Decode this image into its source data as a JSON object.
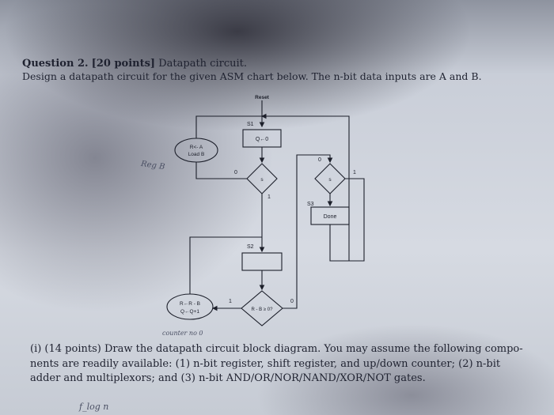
{
  "question": {
    "label": "Question 2.",
    "points": "[20 points]",
    "title": "Datapath circuit.",
    "description": "Design a datapath circuit for the given ASM chart below. The n-bit data inputs are A and B."
  },
  "asm_chart": {
    "reset": "Reset",
    "s1_label": "S1",
    "s1_box": "Q←0",
    "s1_oval": [
      "R<- A",
      "Load B"
    ],
    "s1_decision": "s",
    "s1_decision_zero": "0",
    "s1_decision_one": "1",
    "s2_label": "S2",
    "s2_oval": [
      "R←R - B",
      "Q←Q+1"
    ],
    "s2_decision": "R - B ≥ 0?",
    "s2_decision_one": "1",
    "s2_decision_zero": "0",
    "s3_label": "S3",
    "s3_box": "Done",
    "s3_decision": "s",
    "s3_decision_zero": "0",
    "s3_decision_one": "1"
  },
  "handwriting": {
    "reg_b": "Reg B",
    "counter_note": "counter no 0",
    "bottom_note": "f_log n"
  },
  "part_i": {
    "text": "(i) (14 points) Draw the datapath circuit block diagram. You may assume the following compo- nents are readily available: (1) n-bit register, shift register, and up/down counter; (2) n-bit adder and multiplexors; and (3) n-bit AND/OR/NOR/NAND/XOR/NOT gates."
  }
}
